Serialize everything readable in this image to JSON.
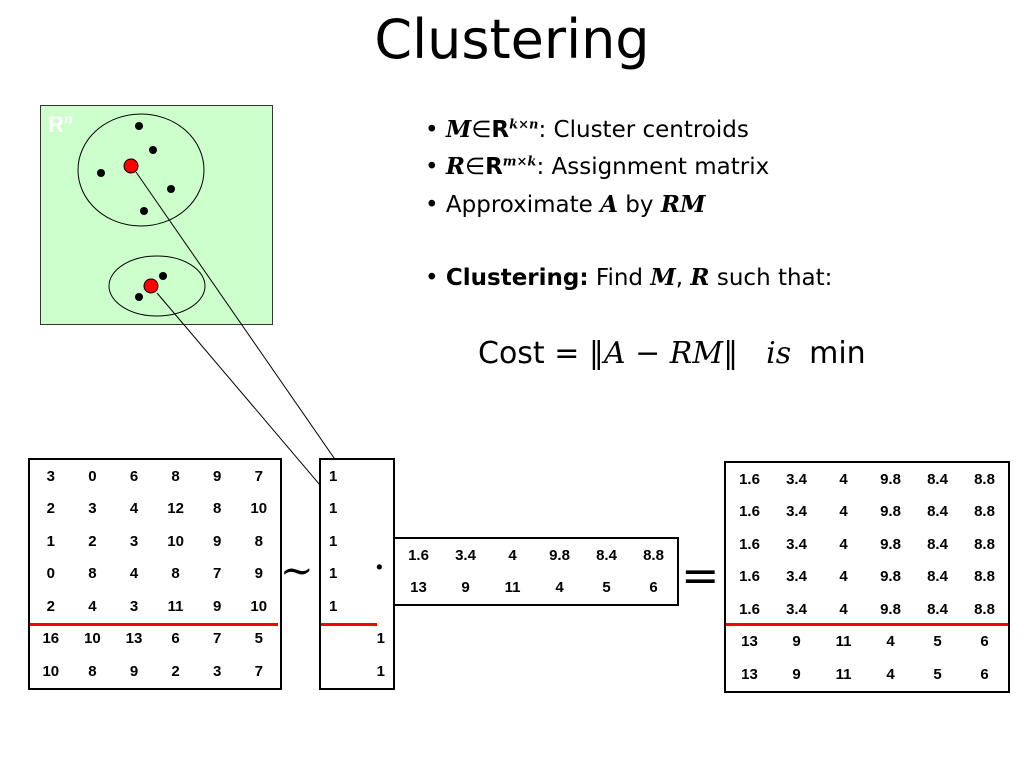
{
  "title": "Clustering",
  "space_label": "R",
  "space_sup": "n",
  "bullets": {
    "b1": {
      "sym": "M",
      "set": "R",
      "sup": "k×n",
      "text": ": Cluster centroids"
    },
    "b2": {
      "sym": "R",
      "set": "R",
      "sup": "m×k",
      "text": ": Assignment matrix"
    },
    "b3": {
      "pre": "Approximate ",
      "a": "A",
      "mid": " by ",
      "rm": "RM"
    },
    "b4": {
      "bold": "Clustering:",
      "pre": " Find ",
      "m": "M",
      "comma": ", ",
      "r": "R",
      "post": " such that:"
    }
  },
  "formula": {
    "cost": "Cost",
    "eq": " = ",
    "expr": "‖A − RM‖",
    "is": "is",
    "min": "min"
  },
  "matrix_A": [
    [
      "3",
      "0",
      "6",
      "8",
      "9",
      "7"
    ],
    [
      "2",
      "3",
      "4",
      "12",
      "8",
      "10"
    ],
    [
      "1",
      "2",
      "3",
      "10",
      "9",
      "8"
    ],
    [
      "0",
      "8",
      "4",
      "8",
      "7",
      "9"
    ],
    [
      "2",
      "4",
      "3",
      "11",
      "9",
      "10"
    ],
    [
      "16",
      "10",
      "13",
      "6",
      "7",
      "5"
    ],
    [
      "10",
      "8",
      "9",
      "2",
      "3",
      "7"
    ]
  ],
  "matrix_R": [
    [
      "1",
      ""
    ],
    [
      "1",
      ""
    ],
    [
      "1",
      ""
    ],
    [
      "1",
      ""
    ],
    [
      "1",
      ""
    ],
    [
      "",
      "1"
    ],
    [
      "",
      "1"
    ]
  ],
  "matrix_M": [
    [
      "1.6",
      "3.4",
      "4",
      "9.8",
      "8.4",
      "8.8"
    ],
    [
      "13",
      "9",
      "11",
      "4",
      "5",
      "6"
    ]
  ],
  "matrix_result": [
    [
      "1.6",
      "3.4",
      "4",
      "9.8",
      "8.4",
      "8.8"
    ],
    [
      "1.6",
      "3.4",
      "4",
      "9.8",
      "8.4",
      "8.8"
    ],
    [
      "1.6",
      "3.4",
      "4",
      "9.8",
      "8.4",
      "8.8"
    ],
    [
      "1.6",
      "3.4",
      "4",
      "9.8",
      "8.4",
      "8.8"
    ],
    [
      "1.6",
      "3.4",
      "4",
      "9.8",
      "8.4",
      "8.8"
    ],
    [
      "13",
      "9",
      "11",
      "4",
      "5",
      "6"
    ],
    [
      "13",
      "9",
      "11",
      "4",
      "5",
      "6"
    ]
  ],
  "symbols": {
    "approx": "~",
    "dot": "·",
    "equals": "="
  },
  "colors": {
    "plot_bg": "#ccffcc",
    "centroid": "#ff0000",
    "separator": "#ff0000"
  }
}
